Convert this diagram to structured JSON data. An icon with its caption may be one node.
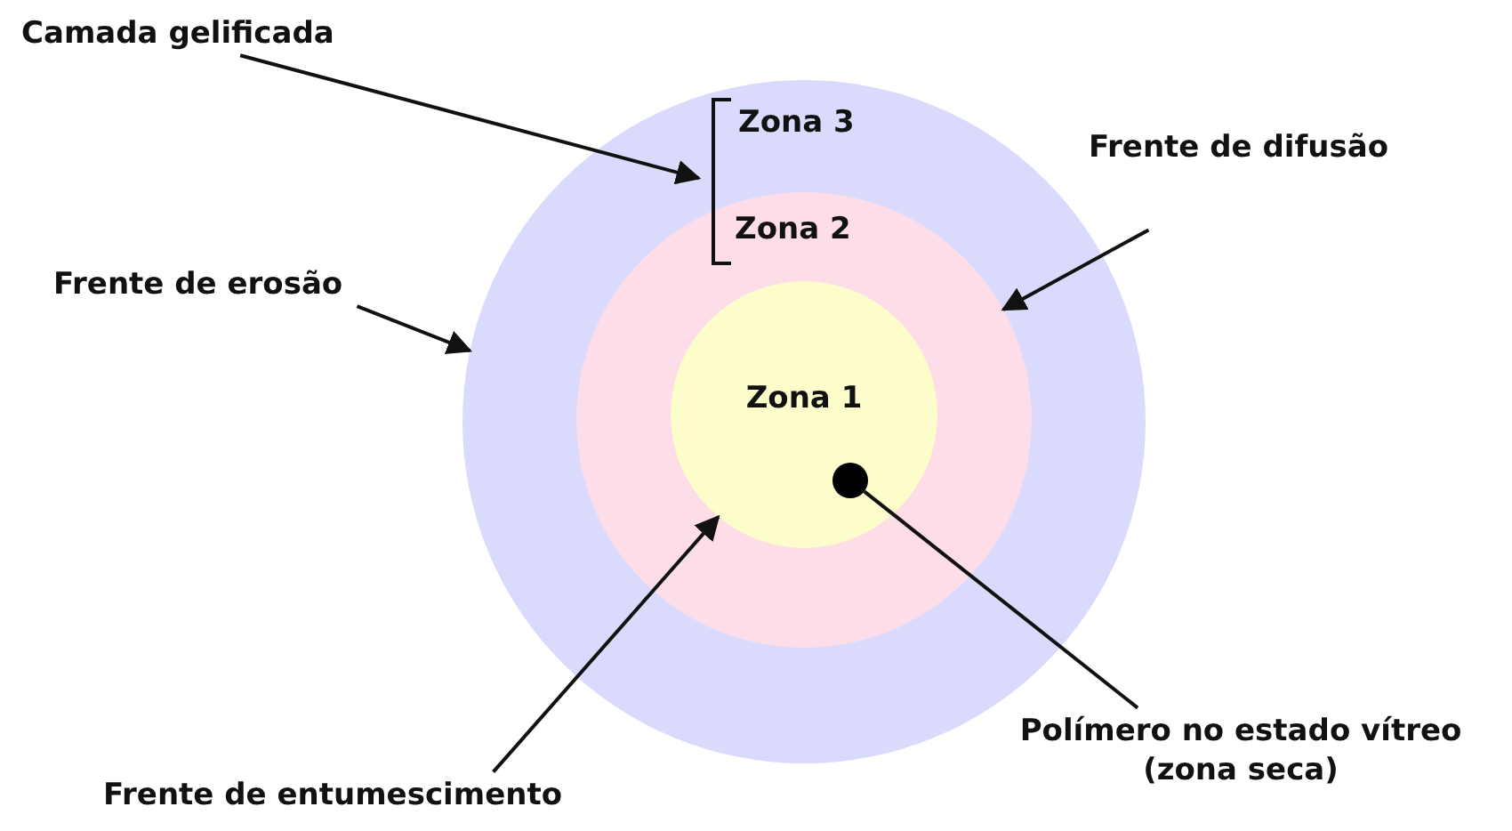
{
  "diagram": {
    "nodes": [
      {
        "text": [
          "Zona 3"
        ]
      },
      {
        "text": [
          "Zona 2"
        ],
        "in": 0
      },
      {
        "text": [
          "Zona 1"
        ],
        "in": 1
      },
      {
        "text": [],
        "shape": "circle",
        "in": 2
      },
      {
        "text": [
          "Camada gelificada"
        ]
      },
      {
        "text": [],
        "shape": "bracket",
        "in": 0
      },
      {
        "text": [
          "Frente de difusão"
        ]
      },
      {
        "text": [
          "Frente de erosão"
        ]
      },
      {
        "text": [
          "Frente de entumescimento"
        ]
      },
      {
        "text": [
          "Polímero no estado vítreo (zona seca)"
        ]
      }
    ],
    "edges": [
      {
        "from": 4,
        "to": 5,
        "arrow": "to"
      },
      {
        "from": 6,
        "to": 1,
        "arrow": "to"
      },
      {
        "from": 7,
        "to": 0,
        "arrow": "to"
      },
      {
        "from": 8,
        "to": 2,
        "arrow": "to"
      },
      {
        "from": 9,
        "to": 3,
        "arrow": "none"
      }
    ]
  }
}
